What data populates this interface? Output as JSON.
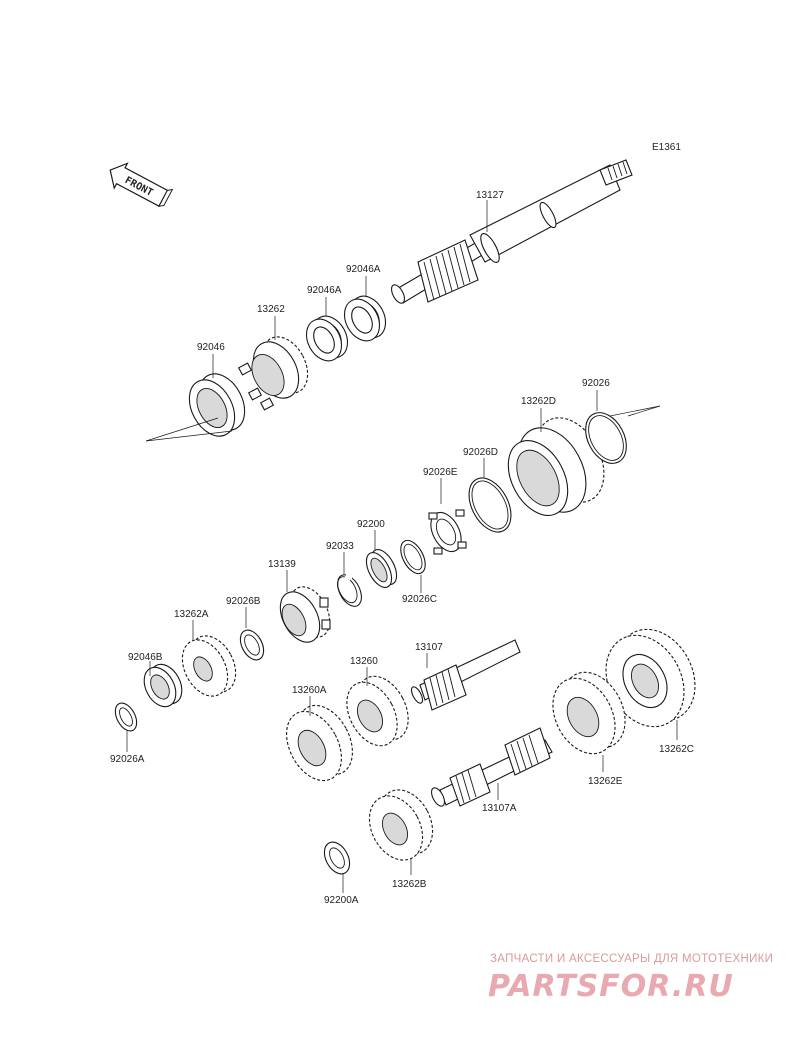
{
  "diagram": {
    "code": "E1361",
    "front_label": "FRONT",
    "colors": {
      "line": "#1a1a1a",
      "watermark": "#e8a9b0",
      "background": "#ffffff"
    }
  },
  "parts": {
    "p13127": "13127",
    "p92046A_1": "92046A",
    "p92046A_2": "92046A",
    "p13262": "13262",
    "p92046": "92046",
    "p92026": "92026",
    "p13262D": "13262D",
    "p92026D": "92026D",
    "p92026E": "92026E",
    "p92200": "92200",
    "p92033": "92033",
    "p92026C": "92026C",
    "p13139": "13139",
    "p92026B": "92026B",
    "p13262A": "13262A",
    "p92046B": "92046B",
    "p92026A": "92026A",
    "p13107": "13107",
    "p13260": "13260",
    "p13260A": "13260A",
    "p13262C": "13262C",
    "p13262E": "13262E",
    "p13107A": "13107A",
    "p13262B": "13262B",
    "p92200A": "92200A"
  },
  "watermark": {
    "tagline": "ЗАПЧАСТИ И АКСЕССУАРЫ ДЛЯ МОТОТЕХНИКИ",
    "logo": "PARTSFOR.RU"
  }
}
